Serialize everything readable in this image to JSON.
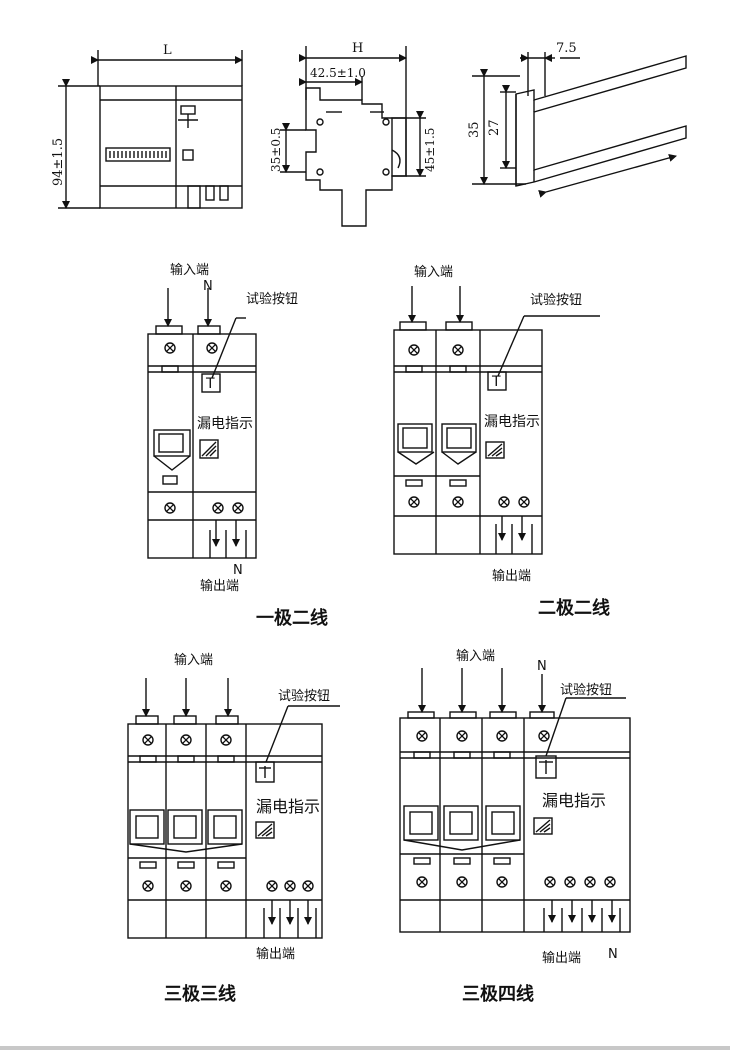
{
  "dimensions": {
    "width_label": "L",
    "height_label": "94±1.5",
    "depth_label": "H",
    "inner_depth_label": "42.5±1.0",
    "neck_label": "35±0.5",
    "front_height_label": "45±1.5",
    "rail_width_label": "7.5",
    "rail_outer_label": "35",
    "rail_inner_label": "27"
  },
  "labels": {
    "input": "输入端",
    "output": "输出端",
    "test_button": "试验按钮",
    "leak_indicator": "漏电指示",
    "neutral": "N",
    "test_symbol": "T"
  },
  "captions": {
    "one_pole_two_wire": "一极二线",
    "two_pole_two_wire": "二极二线",
    "three_pole_three_wire": "三极三线",
    "three_pole_four_wire": "三极四线"
  }
}
